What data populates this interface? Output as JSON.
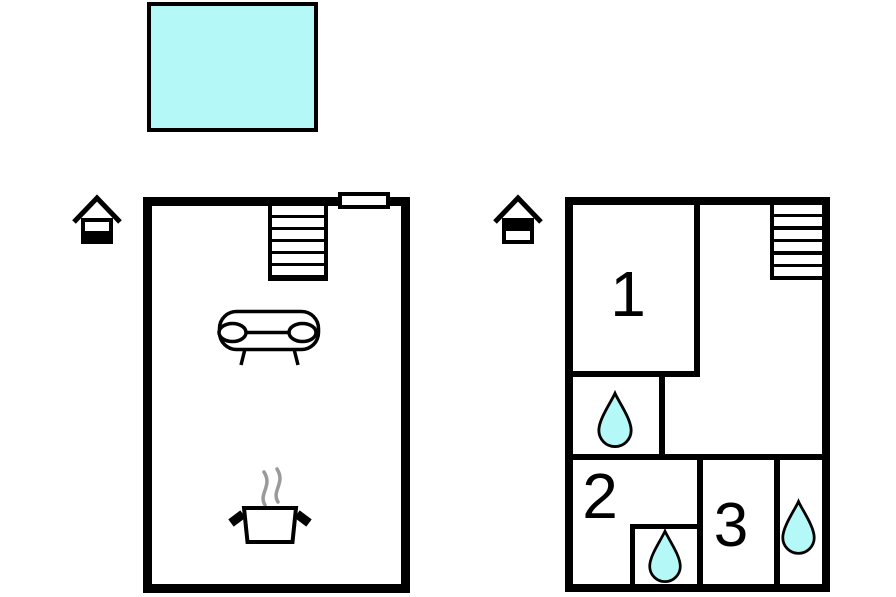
{
  "floor_plan": {
    "rooms": [
      {
        "label": "1"
      },
      {
        "label": "2"
      },
      {
        "label": "3"
      }
    ]
  },
  "counts": {
    "stair_steps_per_staircase": 6,
    "water_drops": 3,
    "floors": 2
  },
  "colors": {
    "wall": "#000000",
    "water": "#b4f8f8",
    "steam": "#9a9a9a",
    "background": "#ffffff"
  },
  "icons": {
    "ground_floor_indicator": "house-bottom-filled-icon",
    "upper_floor_indicator": "house-top-filled-icon",
    "bathroom": "water-drop-icon",
    "staircase": "stairs-icon",
    "living_room": "sofa-icon",
    "kitchen": "cooking-pot-icon",
    "pool": "pool-rectangle"
  }
}
